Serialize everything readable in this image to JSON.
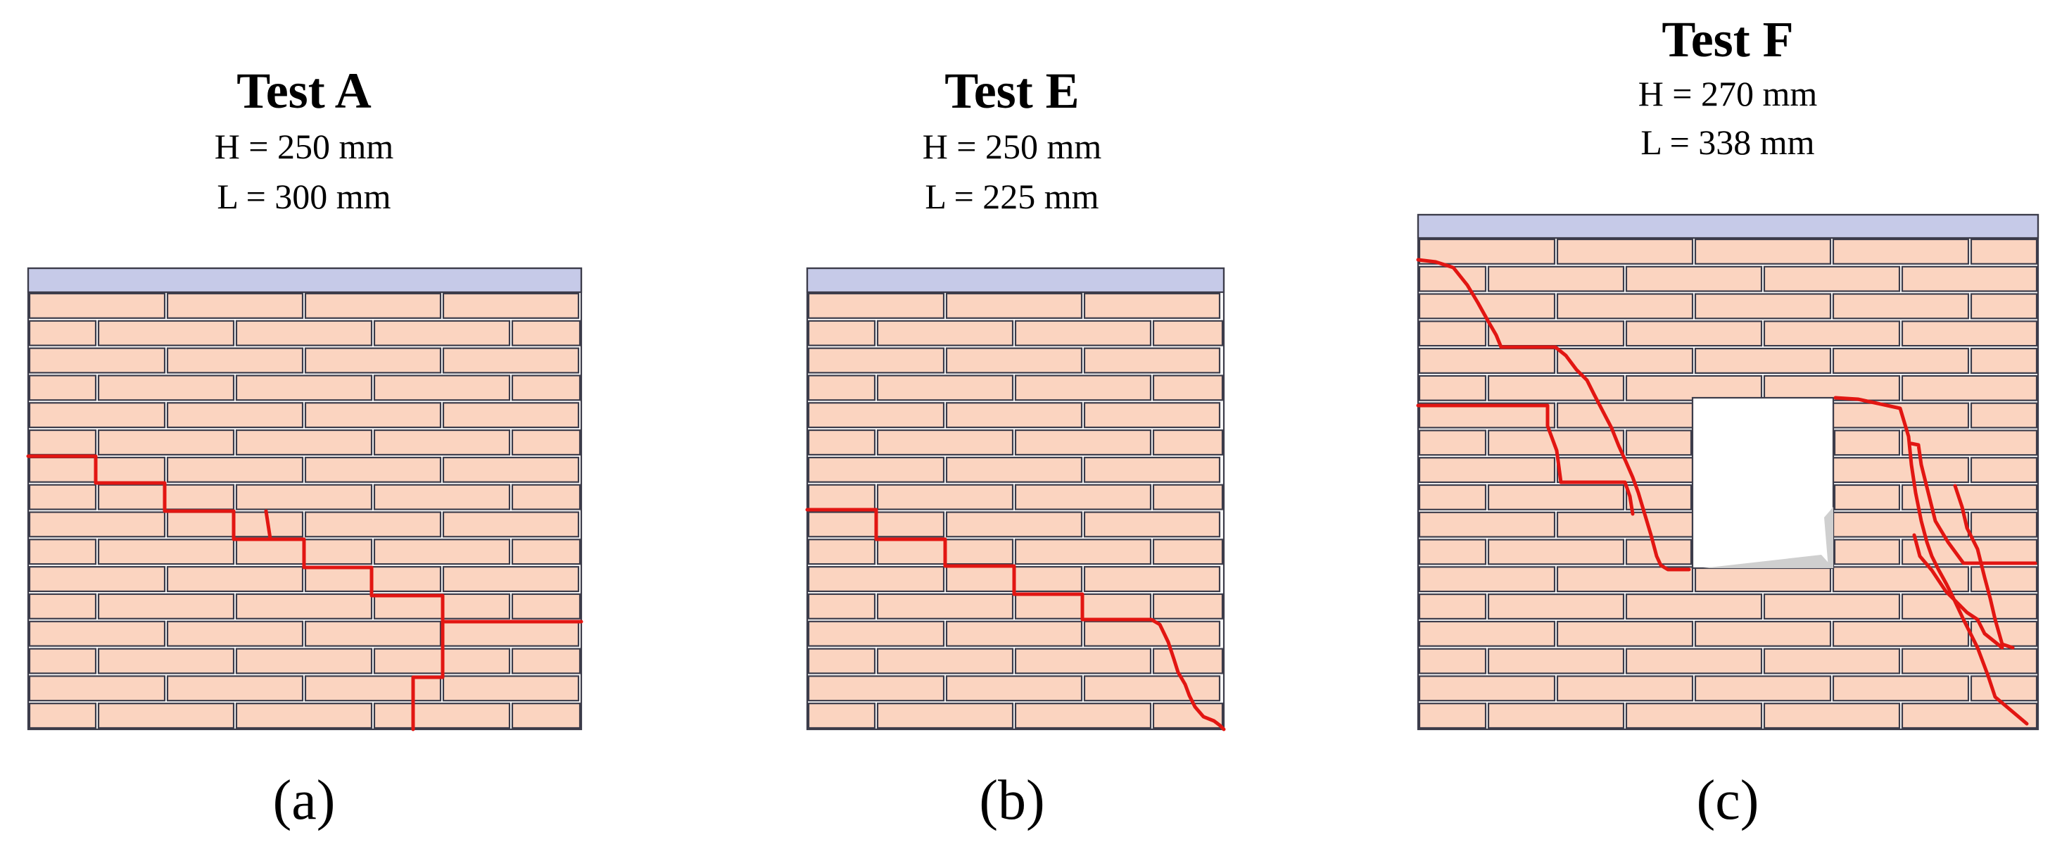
{
  "panels": [
    {
      "id": "a",
      "title": "Test A",
      "height_label": "H = 250 mm",
      "length_label": "L = 300 mm",
      "caption": "(a)"
    },
    {
      "id": "b",
      "title": "Test E",
      "height_label": "H = 250 mm",
      "length_label": "L = 225 mm",
      "caption": "(b)"
    },
    {
      "id": "c",
      "title": "Test F",
      "height_label": "H = 270 mm",
      "length_label": "L = 338 mm",
      "caption": "(c)"
    }
  ],
  "colors": {
    "brick": "#fbd4c0",
    "mortar_outline": "#3c3c4a",
    "top_beam": "#c6cae8",
    "crack": "#e21612",
    "opening_shade": "#cfcfcf"
  }
}
